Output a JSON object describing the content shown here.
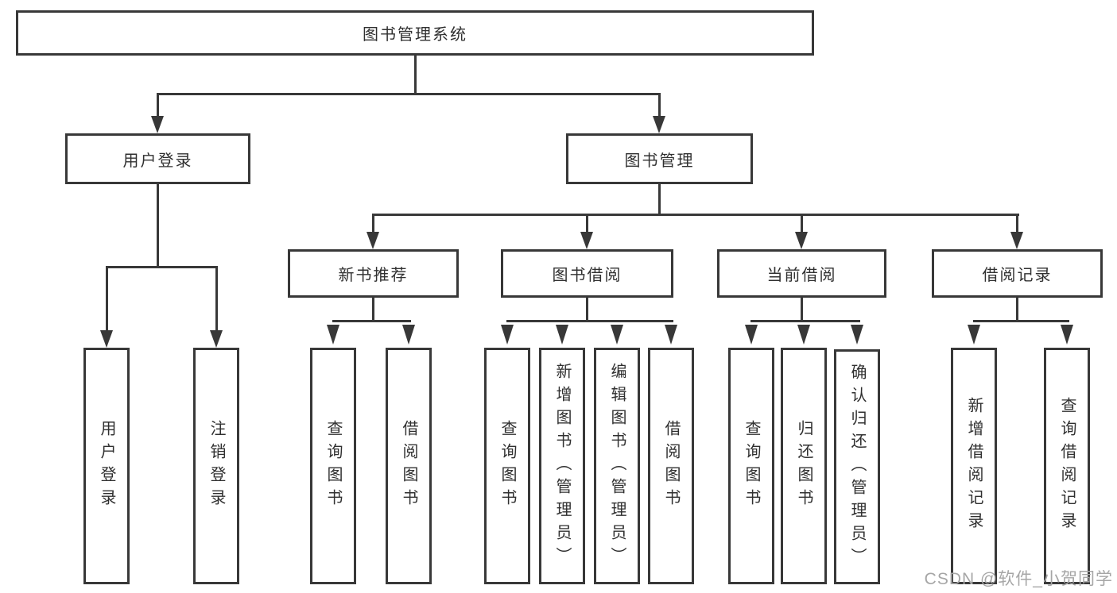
{
  "nodes": {
    "root": "图书管理系统",
    "user_login": "用户登录",
    "book_management": "图书管理",
    "new_book_recommend": "新书推荐",
    "book_borrow": "图书借阅",
    "current_borrow": "当前借阅",
    "borrow_record": "借阅记录",
    "leaf_user_login": "用户登录",
    "leaf_logout": "注销登录",
    "leaf_rec_query_book": "查询图书",
    "leaf_rec_borrow_book": "借阅图书",
    "leaf_bb_query_book": "查询图书",
    "leaf_bb_add_book": "新增图书（管理员）",
    "leaf_bb_edit_book": "编辑图书（管理员）",
    "leaf_bb_borrow_book": "借阅图书",
    "leaf_cb_query_book": "查询图书",
    "leaf_cb_return_book": "归还图书",
    "leaf_cb_confirm_return": "确认归还（管理员）",
    "leaf_br_add_record": "新增借阅记录",
    "leaf_br_query_record": "查询借阅记录"
  },
  "watermark": "CSDN @软件_小贺同学",
  "colors": {
    "line": "#383838",
    "text": "#303030",
    "watermark": "#a6a6a6",
    "background": "#ffffff"
  }
}
